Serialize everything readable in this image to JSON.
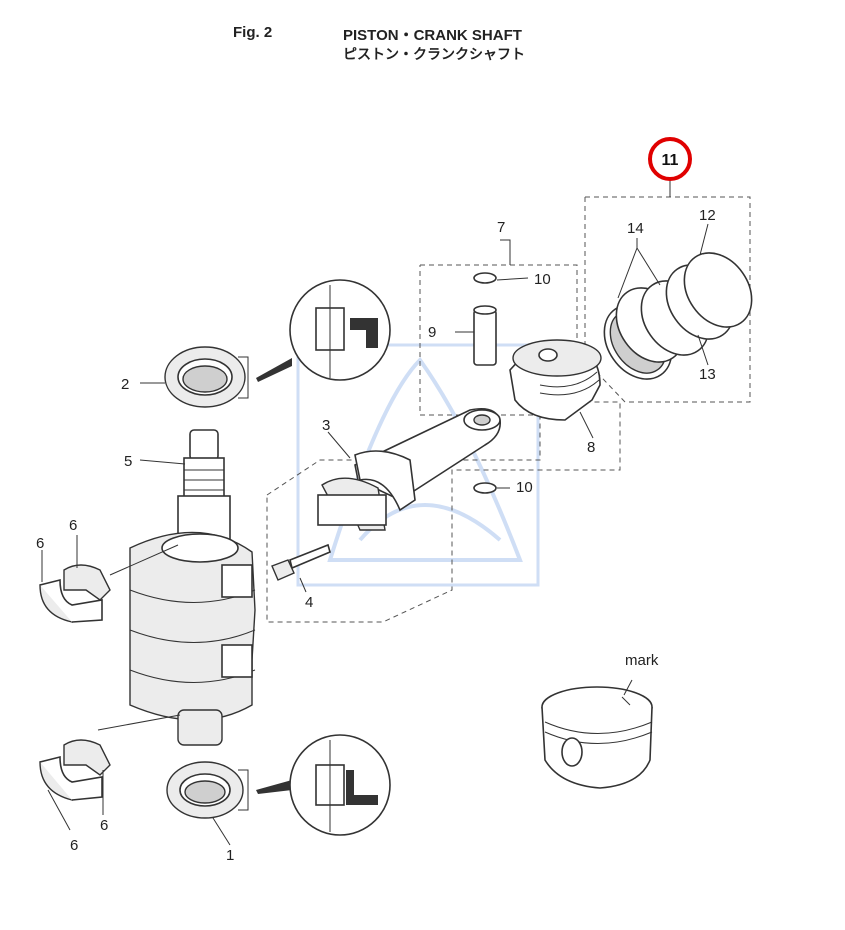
{
  "header": {
    "figure_number": "Fig. 2",
    "title_en": "PISTON・CRANK SHAFT",
    "title_ja": "ピストン・クランクシャフト"
  },
  "callouts": {
    "p1": "1",
    "p2": "2",
    "p3": "3",
    "p4": "4",
    "p5": "5",
    "p6a": "6",
    "p6b": "6",
    "p6c": "6",
    "p6d": "6",
    "p7": "7",
    "p8": "8",
    "p9": "9",
    "p10a": "10",
    "p10b": "10",
    "p11": "11",
    "p12": "12",
    "p13": "13",
    "p14": "14"
  },
  "mark_label": "mark",
  "highlight": {
    "part": "11",
    "color": "#e00000"
  },
  "colors": {
    "watermark": "#a9c4ee"
  }
}
